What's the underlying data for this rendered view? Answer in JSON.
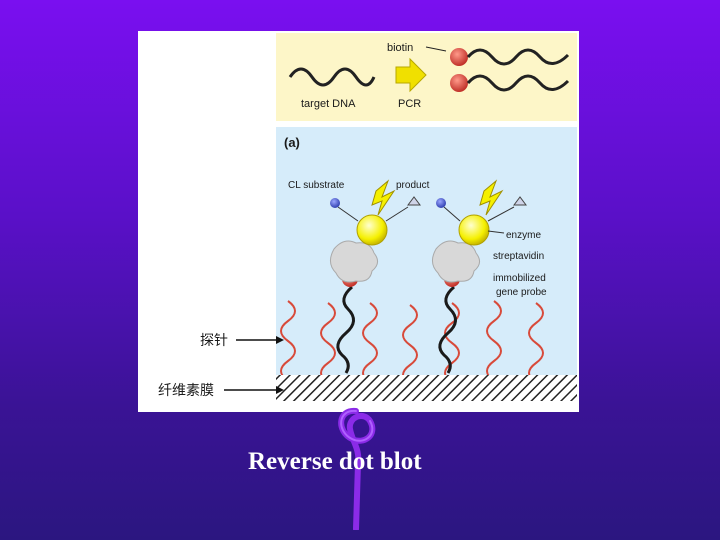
{
  "slide": {
    "caption": "Reverse dot blot",
    "colors": {
      "background_top": "#7a0ff0",
      "background_bottom": "#2b1680",
      "caption": "#ffffff",
      "ribbon": "#8b2be8"
    }
  },
  "figure": {
    "top_panel": {
      "biotin_label": "biotin",
      "target_label": "target DNA",
      "pcr_label": "PCR",
      "colors": {
        "panel_bg": "#fdf6c8",
        "arrow": "#f0e000",
        "biotin": "#d94040"
      }
    },
    "bottom_panel": {
      "panel_label": "(a)",
      "substrate_label": "CL substrate",
      "product_label": "product",
      "enzyme_label": "enzyme",
      "streptavidin_label": "streptavidin",
      "probe_label_line1": "immobilized",
      "probe_label_line2": "gene probe",
      "colors": {
        "panel_bg": "#d6ecfa",
        "enzyme": "#f5f000",
        "streptavidin": "#d8d8d8",
        "probe_wave": "#d84a3a"
      }
    },
    "side_labels": {
      "probe_cn": "探针",
      "membrane_cn": "纤维素膜"
    }
  }
}
